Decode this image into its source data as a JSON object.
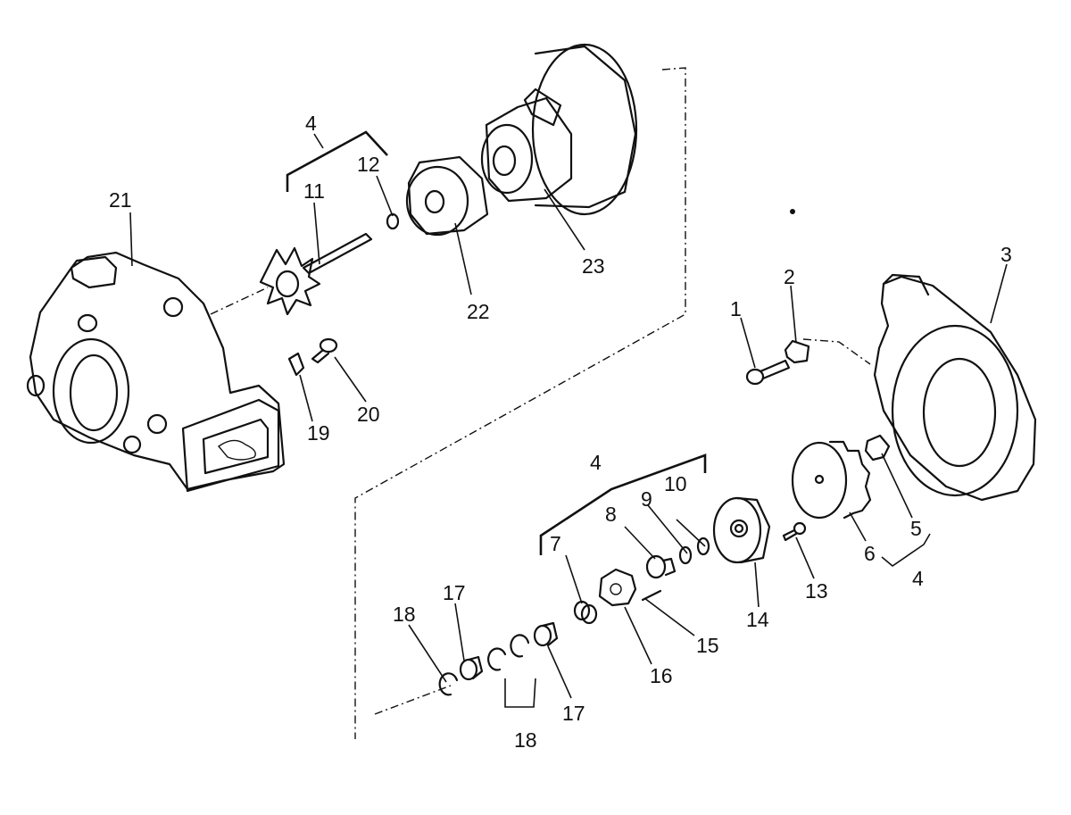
{
  "callouts": {
    "c1": "1",
    "c2": "2",
    "c3": "3",
    "c4_top": "4",
    "c4_mid": "4",
    "c4_bottom": "4",
    "c5": "5",
    "c6": "6",
    "c7": "7",
    "c8": "8",
    "c9": "9",
    "c10": "10",
    "c11": "11",
    "c12": "12",
    "c13": "13",
    "c14": "14",
    "c15": "15",
    "c16": "16",
    "c17_left": "17",
    "c17_right": "17",
    "c18_left": "18",
    "c18_bottom": "18",
    "c19": "19",
    "c20": "20",
    "c21": "21",
    "c22": "22",
    "c23": "23"
  }
}
